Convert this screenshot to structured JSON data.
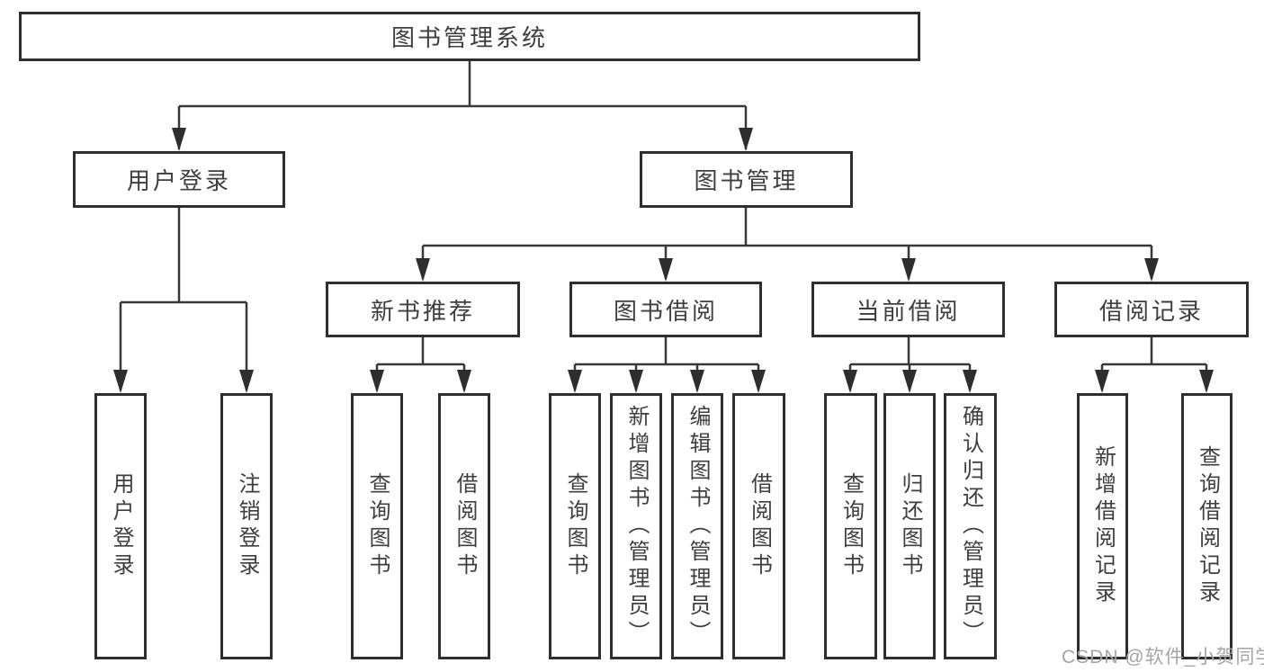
{
  "diagram_type": "hierarchy-tree",
  "watermark": "CSDN @软件_小贺同学",
  "colors": {
    "background": "#ffffff",
    "line": "#383838",
    "box_border": "#2e2e2e",
    "text": "#3e3e3e",
    "watermark": "#a5a5a5"
  },
  "tree": {
    "root": {
      "label": "图书管理系统"
    },
    "level2": [
      {
        "label": "用户登录",
        "parent": "图书管理系统"
      },
      {
        "label": "图书管理",
        "parent": "图书管理系统"
      }
    ],
    "level3": [
      {
        "label": "新书推荐",
        "parent": "图书管理"
      },
      {
        "label": "图书借阅",
        "parent": "图书管理"
      },
      {
        "label": "当前借阅",
        "parent": "图书管理"
      },
      {
        "label": "借阅记录",
        "parent": "图书管理"
      }
    ],
    "leaves": [
      {
        "label": "用户登录",
        "parent": "用户登录"
      },
      {
        "label": "注销登录",
        "parent": "用户登录"
      },
      {
        "label": "查询图书",
        "parent": "新书推荐"
      },
      {
        "label": "借阅图书",
        "parent": "新书推荐"
      },
      {
        "label": "查询图书",
        "parent": "图书借阅"
      },
      {
        "label": "新增图书（管理员）",
        "parent": "图书借阅"
      },
      {
        "label": "编辑图书（管理员）",
        "parent": "图书借阅"
      },
      {
        "label": "借阅图书",
        "parent": "图书借阅"
      },
      {
        "label": "查询图书",
        "parent": "当前借阅"
      },
      {
        "label": "归还图书",
        "parent": "当前借阅"
      },
      {
        "label": "确认归还（管理员）",
        "parent": "当前借阅"
      },
      {
        "label": "新增借阅记录",
        "parent": "借阅记录"
      },
      {
        "label": "查询借阅记录",
        "parent": "借阅记录"
      }
    ]
  }
}
